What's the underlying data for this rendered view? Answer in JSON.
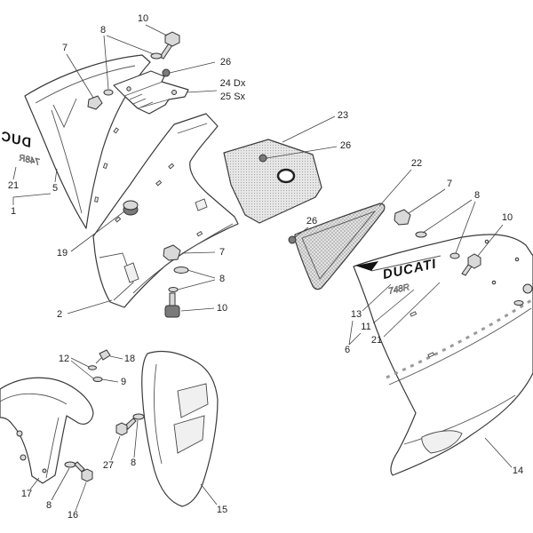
{
  "callouts": [
    "10",
    "8",
    "7",
    "26",
    "24 Dx",
    "25 Sx",
    "23",
    "26",
    "22",
    "7",
    "8",
    "10",
    "26",
    "21",
    "5",
    "1",
    "19",
    "7",
    "8",
    "2",
    "10",
    "13",
    "11",
    "21",
    "6",
    "12",
    "18",
    "9",
    "17",
    "27",
    "8",
    "8",
    "16",
    "15",
    "14"
  ],
  "decals": {
    "left_brand": "DUC",
    "left_model": "748R",
    "right_brand": "DUCATI",
    "right_model": "748R"
  }
}
